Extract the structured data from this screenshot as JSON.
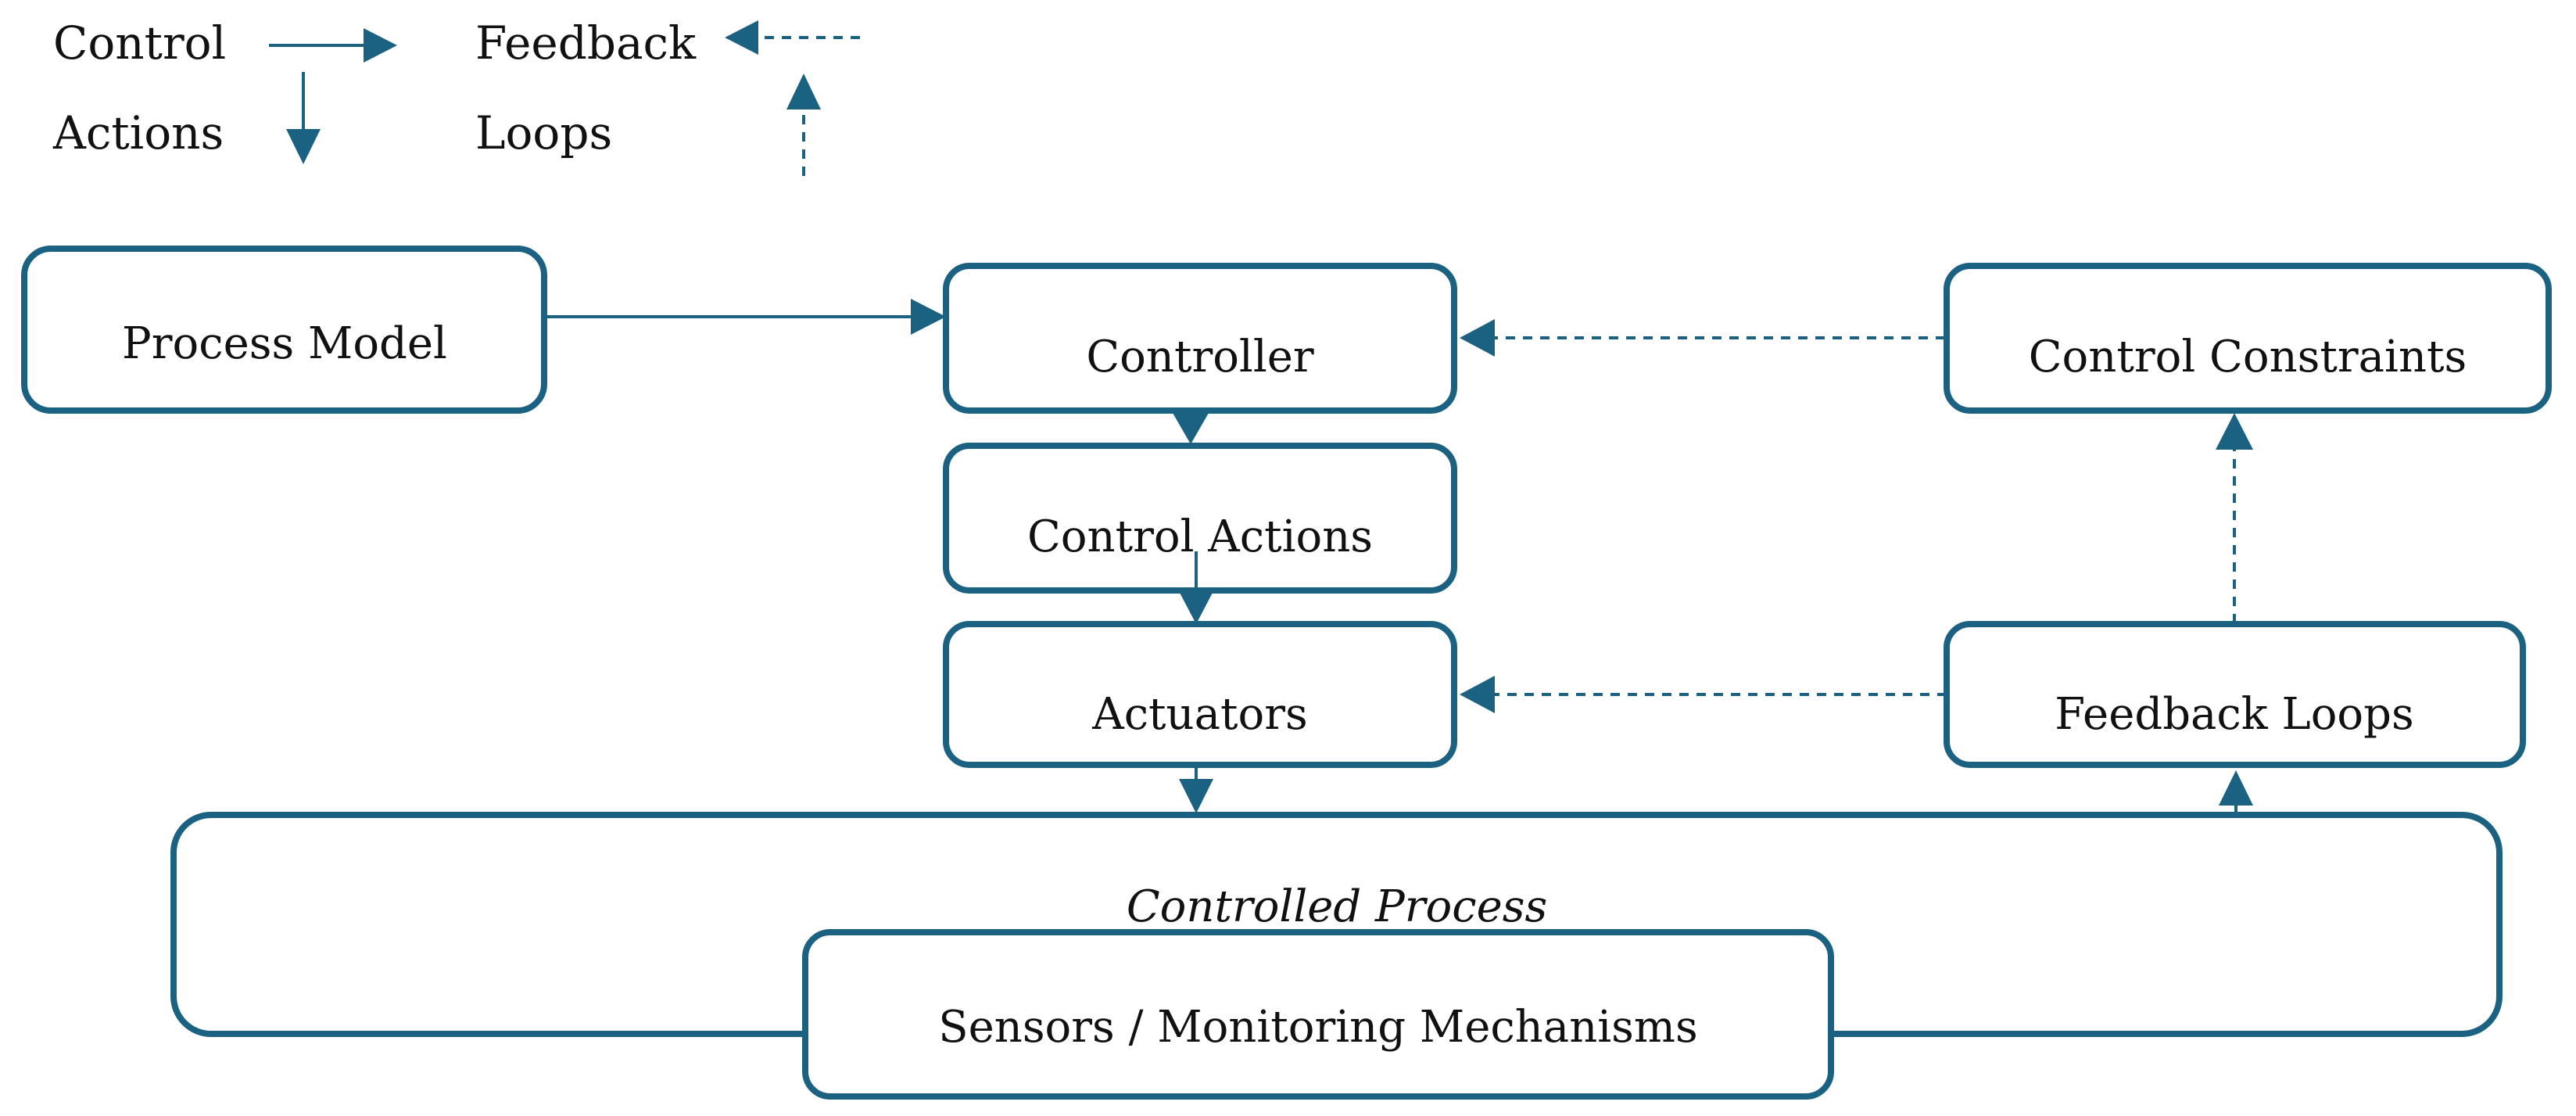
{
  "legend": {
    "control_label_1": "Control",
    "control_label_2": "Actions",
    "feedback_label_1": "Feedback",
    "feedback_label_2": "Loops"
  },
  "nodes": {
    "process_model": "Process Model",
    "controller": "Controller",
    "control_constraints": "Control Constraints",
    "control_actions": "Control Actions",
    "actuators": "Actuators",
    "feedback_loops": "Feedback Loops",
    "controlled_process": "Controlled Process",
    "sensors": "Sensors / Monitoring Mechanisms"
  },
  "edges": [
    {
      "from": "Process Model",
      "to": "Controller",
      "style": "solid"
    },
    {
      "from": "Controller",
      "to": "Control Actions",
      "style": "solid"
    },
    {
      "from": "Control Actions",
      "to": "Actuators",
      "style": "solid"
    },
    {
      "from": "Actuators",
      "to": "Controlled Process",
      "style": "solid"
    },
    {
      "from": "Controlled Process",
      "to": "Feedback Loops",
      "style": "solid"
    },
    {
      "from": "Feedback Loops",
      "to": "Actuators",
      "style": "dashed"
    },
    {
      "from": "Feedback Loops",
      "to": "Control Constraints",
      "style": "dashed"
    },
    {
      "from": "Control Constraints",
      "to": "Controller",
      "style": "dashed"
    }
  ],
  "colors": {
    "accent": "#1b6182",
    "text": "#111111"
  }
}
